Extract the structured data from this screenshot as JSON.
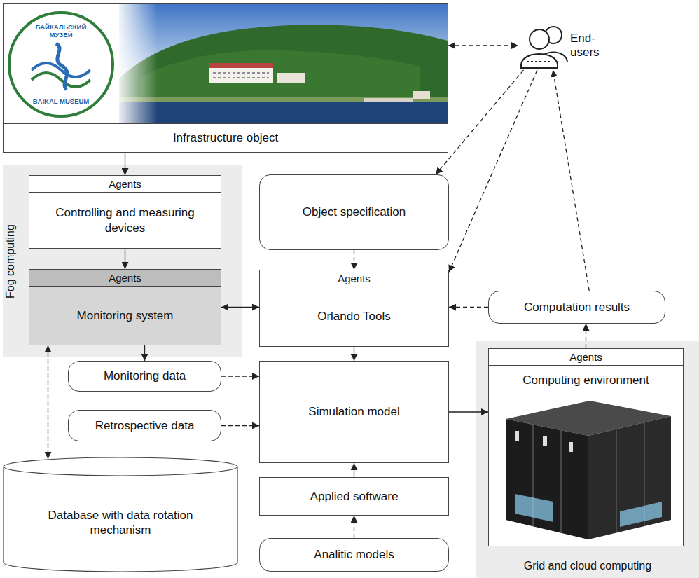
{
  "diagram": {
    "nodes": [
      {
        "text": [
          "Infrastructure object"
        ]
      },
      {
        "text": [
          "End-users"
        ]
      },
      {
        "text": [
          "Fog computing"
        ]
      },
      {
        "text": [
          "Agents",
          "Controlling and measuring devices"
        ],
        "in": 2
      },
      {
        "text": [
          "Object specification"
        ]
      },
      {
        "text": [
          "Agents",
          "Monitoring system"
        ],
        "in": 2
      },
      {
        "text": [
          "Agents",
          "Orlando Tools"
        ]
      },
      {
        "text": [
          "Computation results"
        ]
      },
      {
        "text": [
          "Monitoring data"
        ]
      },
      {
        "text": [
          "Simulation model"
        ]
      },
      {
        "text": [
          "Grid and cloud computing"
        ]
      },
      {
        "text": [
          "Agents",
          "Computing environment"
        ],
        "in": 10
      },
      {
        "text": [
          "Retrospective data"
        ]
      },
      {
        "text": [
          "Applied software"
        ]
      },
      {
        "text": [
          "Database with data rotation mechanism"
        ]
      },
      {
        "text": [
          "Analitic models"
        ]
      }
    ],
    "edges": [
      {
        "from": 0,
        "to": 1,
        "arrow": "both"
      },
      {
        "from": 0,
        "to": 3,
        "arrow": "to"
      },
      {
        "from": 3,
        "to": 5,
        "arrow": "to"
      },
      {
        "from": 1,
        "to": 4,
        "arrow": "to"
      },
      {
        "from": 1,
        "to": 6,
        "arrow": "to"
      },
      {
        "from": 7,
        "to": 1,
        "arrow": "to"
      },
      {
        "from": 4,
        "to": 6,
        "arrow": "to"
      },
      {
        "from": 5,
        "to": 6,
        "arrow": "both"
      },
      {
        "from": 7,
        "to": 6,
        "arrow": "to"
      },
      {
        "from": 6,
        "to": 9,
        "arrow": "to"
      },
      {
        "from": 5,
        "to": 8,
        "arrow": "to"
      },
      {
        "from": 8,
        "to": 9,
        "arrow": "to"
      },
      {
        "from": 12,
        "to": 9,
        "arrow": "to"
      },
      {
        "from": 13,
        "to": 9,
        "arrow": "to"
      },
      {
        "from": 15,
        "to": 13,
        "arrow": "to"
      },
      {
        "from": 9,
        "to": 11,
        "arrow": "to"
      },
      {
        "from": 11,
        "to": 7,
        "arrow": "to"
      },
      {
        "from": 5,
        "to": 14,
        "arrow": "both"
      }
    ],
    "labels": [
      "БАЙКАЛЬСКИЙ МУЗЕЙ",
      "BAIKAL MUSEUM"
    ]
  }
}
